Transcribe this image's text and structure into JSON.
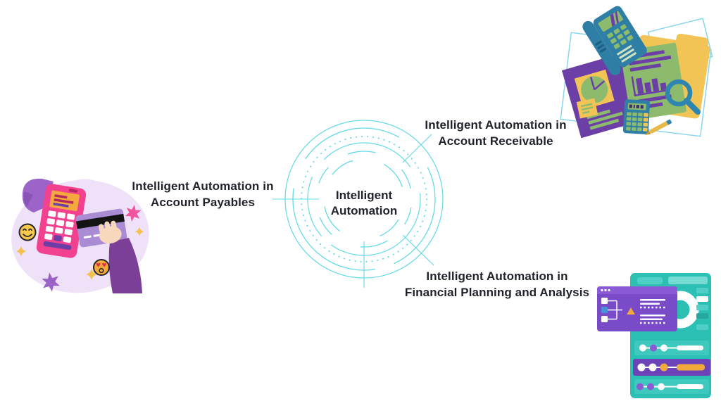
{
  "diagram": {
    "title": "Intelligent Automation",
    "center": {
      "line1": "Intelligent",
      "line2": "Automation"
    },
    "nodes": [
      {
        "id": "account-payables",
        "position": "left",
        "line1": "Intelligent Automation in",
        "line2": "Account Payables"
      },
      {
        "id": "account-receivable",
        "position": "top-right",
        "line1": "Intelligent Automation in",
        "line2": "Account Receivable"
      },
      {
        "id": "financial-planning-analysis",
        "position": "bottom-right",
        "line1": "Intelligent Automation in",
        "line2": "Financial Planning and Analysis"
      }
    ]
  },
  "illustrations": {
    "left": "payment-terminal-and-credit-card",
    "top_right": "accounting-documents-phone-calculator",
    "bottom_right": "automation-dashboard-with-flowchart-window"
  },
  "colors": {
    "ring_cyan": "#64d9e8",
    "label_text": "#1f222b",
    "terminal_pink": "#f2428f",
    "blob_lavender": "#efe2f8",
    "deep_purple": "#6c3fa6",
    "card_purple": "#aa8cd4",
    "sleeve_purple": "#7b3f98",
    "screen_orange": "#f4a93c",
    "yellow": "#f2c355",
    "green": "#8cbb6e",
    "steel_blue": "#2e7ea6",
    "teal_panel": "#2cbfb4",
    "window_purple": "#7a4bc8",
    "accent_orange": "#f2a93c"
  }
}
